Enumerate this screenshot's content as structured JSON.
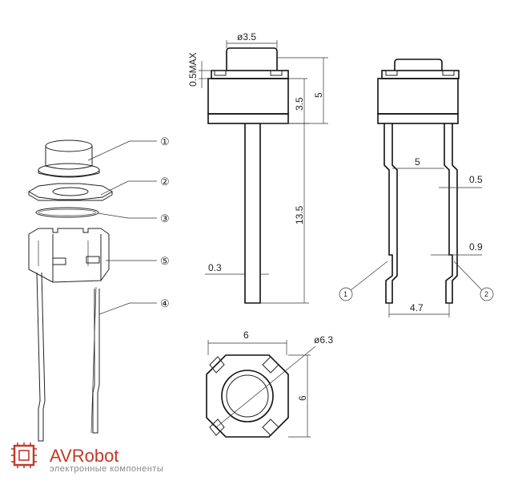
{
  "callouts": [
    "①",
    "②",
    "③",
    "⑤",
    "④"
  ],
  "side_view": {
    "diameter_top": "ø3.5",
    "max_label": "0.5MAX",
    "dim_total": "5",
    "dim_body": "3.5",
    "dim_lead": "13.5",
    "dim_lead_thickness": "0.3"
  },
  "front_view": {
    "dim_inner": "5",
    "dim_lead_width": "0.5",
    "dim_tab": "0.9",
    "dim_pitch": "4.7",
    "pin1": "1",
    "pin2": "2"
  },
  "top_view": {
    "dim_width": "6",
    "dim_height": "6",
    "diameter": "ø6.3"
  },
  "logo": {
    "brand": "AVRobot",
    "tagline": "электронные компоненты"
  }
}
